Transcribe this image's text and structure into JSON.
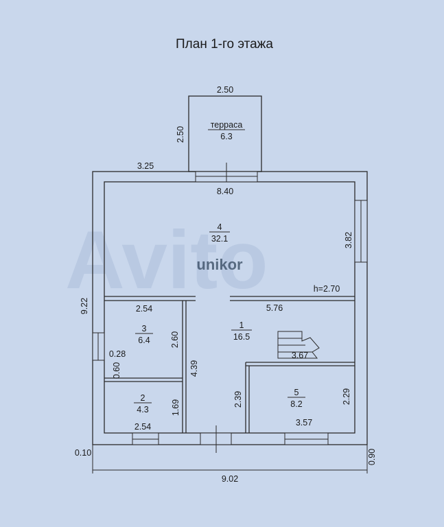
{
  "title": "План 1-го этажа",
  "watermark": {
    "brand": "unikor",
    "site": "Avito"
  },
  "rooms": {
    "terrace": {
      "name": "терраса",
      "area": "6.3"
    },
    "r4": {
      "number": "4",
      "area": "32.1"
    },
    "r1": {
      "number": "1",
      "area": "16.5"
    },
    "r3": {
      "number": "3",
      "area": "6.4"
    },
    "r2": {
      "number": "2",
      "area": "4.3"
    },
    "r5": {
      "number": "5",
      "area": "8.2"
    }
  },
  "dimensions": {
    "terrace_width": "2.50",
    "terrace_depth": "2.50",
    "top_left": "3.25",
    "room4_width": "8.40",
    "room4_right": "3.82",
    "ceiling_height": "h=2.70",
    "left_total": "9.22",
    "r3_width": "2.54",
    "corridor_width": "5.76",
    "r3_height": "2.60",
    "r1_height": "4.39",
    "window_offset": "0.28",
    "window_width": "0.60",
    "stair_width": "3.67",
    "r5_left": "2.39",
    "r5_right": "2.29",
    "r2_height": "1.69",
    "r2_width": "2.54",
    "r5_width": "3.57",
    "left_offset": "0.10",
    "right_offset": "0.90",
    "total_width": "9.02"
  },
  "colors": {
    "background": "#c9d7ec",
    "lines": "#2a2a2a"
  }
}
